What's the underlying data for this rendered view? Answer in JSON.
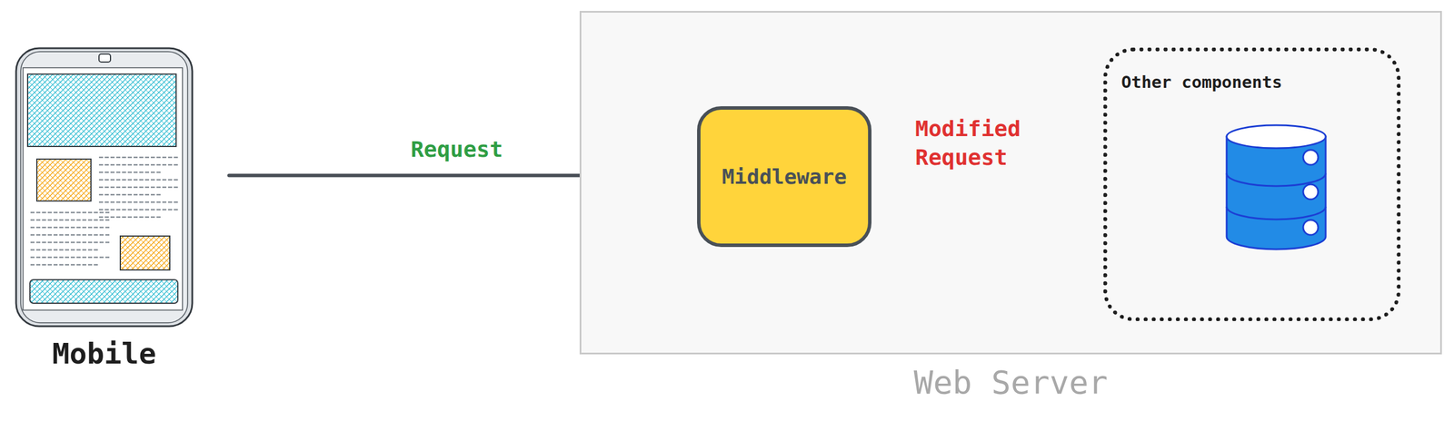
{
  "diagram": {
    "nodes": [
      {
        "text": [
          "Mobile"
        ]
      },
      {
        "text": [
          "Web Server"
        ]
      },
      {
        "text": [
          "Middleware"
        ],
        "in": 1
      },
      {
        "text": [
          "Other components"
        ],
        "in": 1
      }
    ],
    "edges": [
      {
        "from": 0,
        "to": 2,
        "arrow": "to",
        "label": "Request"
      },
      {
        "from": 2,
        "to": 3,
        "arrow": "to",
        "label": "Modified Request"
      }
    ]
  }
}
